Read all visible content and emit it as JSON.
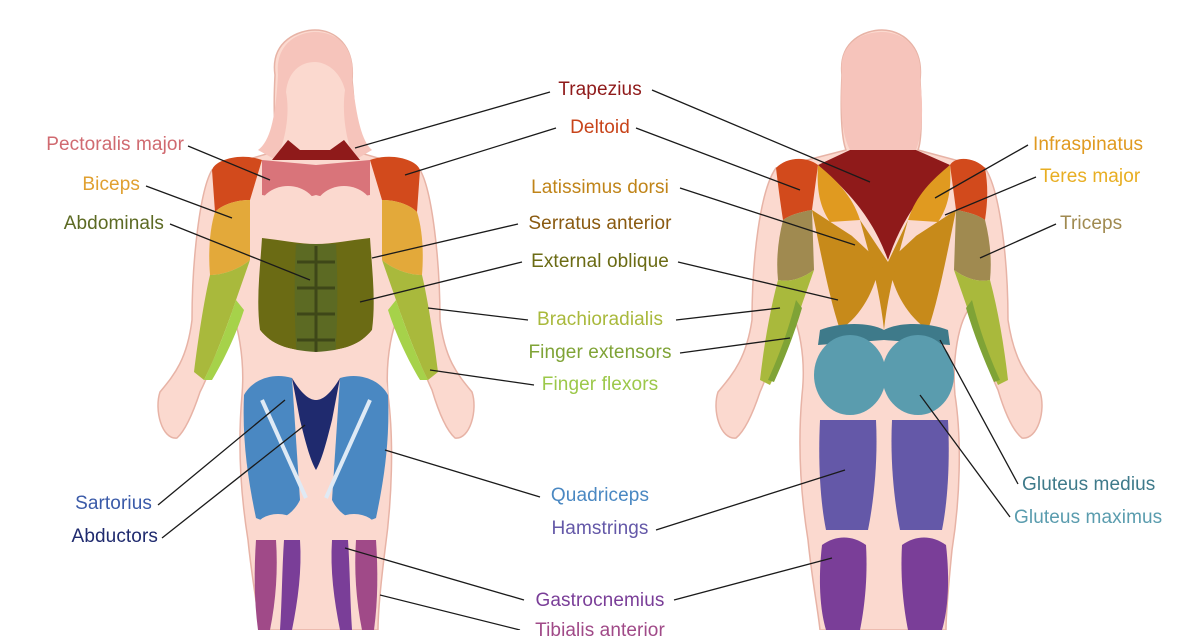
{
  "labels": {
    "trapezius": "Trapezius",
    "deltoid": "Deltoid",
    "pectoralis_major": "Pectoralis major",
    "biceps": "Biceps",
    "abdominals": "Abdominals",
    "latissimus_dorsi": "Latissimus dorsi",
    "serratus_anterior": "Serratus anterior",
    "external_oblique": "External oblique",
    "brachioradialis": "Brachioradialis",
    "finger_extensors": "Finger extensors",
    "finger_flexors": "Finger flexors",
    "infraspinatus": "Infraspinatus",
    "teres_major": "Teres major",
    "triceps": "Triceps",
    "sartorius": "Sartorius",
    "abductors": "Abductors",
    "quadriceps": "Quadriceps",
    "hamstrings": "Hamstrings",
    "gluteus_medius": "Gluteus medius",
    "gluteus_maximus": "Gluteus maximus",
    "gastrocnemius": "Gastrocnemius",
    "tibialis_anterior": "Tibialis anterior"
  },
  "colors": {
    "skin": "#fbd9cf",
    "skin_outline": "#e7b3a6",
    "hair": "#f6c4bb",
    "trapezius": "#8f1a1a",
    "deltoid": "#d24a1c",
    "pectoralis": "#d9747a",
    "biceps": "#e3a93a",
    "abdominals": "#5c6a23",
    "latissimus": "#c78a1a",
    "serratus": "#8a5a10",
    "external_oblique": "#6b6b14",
    "brachioradialis": "#a9b93c",
    "finger_extensors": "#7fa336",
    "finger_flexors": "#a6d24a",
    "infraspinatus": "#e09a20",
    "teres_major": "#e8ae22",
    "triceps": "#a08a50",
    "sartorius": "#3a5aa8",
    "abductors": "#1f2a6e",
    "quadriceps": "#4a88c2",
    "hamstrings": "#6458a8",
    "gluteus_medius": "#3e7a8a",
    "gluteus_maximus": "#5a9cae",
    "gastrocnemius": "#7a3e98",
    "tibialis": "#a04a88",
    "leader": "#1a1a1a"
  }
}
